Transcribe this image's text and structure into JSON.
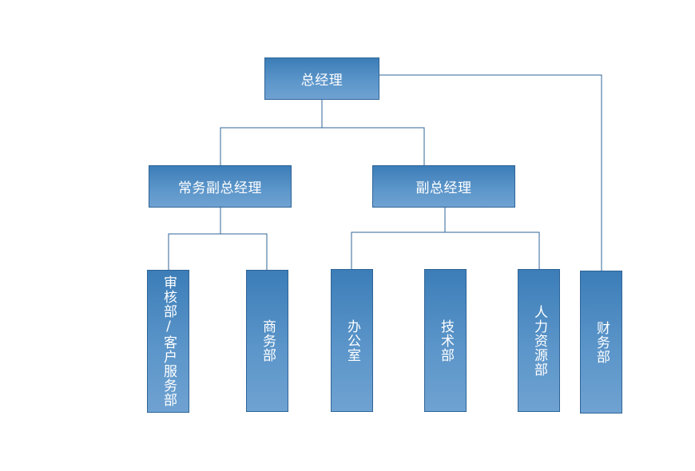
{
  "org_chart": {
    "top": {
      "label": "总经理"
    },
    "deputies": [
      {
        "label": "常务副总经理"
      },
      {
        "label": "副总经理"
      }
    ],
    "departments": [
      {
        "label": "审核部/客户服务部"
      },
      {
        "label": "商务部"
      },
      {
        "label": "办公室"
      },
      {
        "label": "技术部"
      },
      {
        "label": "人力资源部"
      },
      {
        "label": "财务部"
      }
    ]
  },
  "colors": {
    "box_top": "#3c7db8",
    "box_bottom": "#6fa2d2",
    "box_border": "#2f6497",
    "connector": "#2f6497",
    "text": "#ffffff"
  }
}
